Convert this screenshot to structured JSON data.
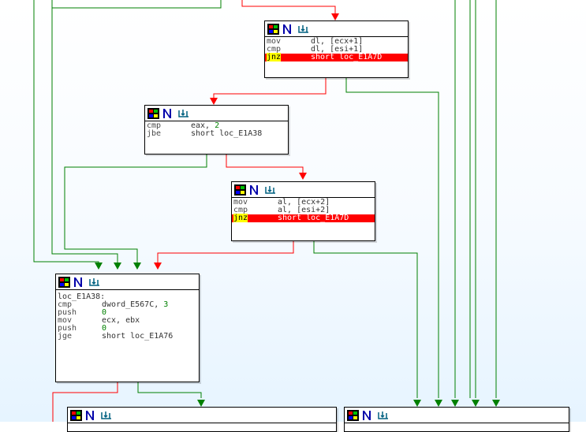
{
  "view": "IDA graph view",
  "colors": {
    "true_edge": "#008000",
    "false_edge": "#ff0000",
    "jump_row": "#ff0000"
  },
  "node_header_icons": [
    "color-grid-icon",
    "n-rename-icon",
    "graph-layout-icon"
  ],
  "nodes": [
    {
      "id": "n1",
      "rows": [
        {
          "mn": "mov",
          "op": "dl, [ecx+1]"
        },
        {
          "mn": "cmp",
          "op": "dl, [esi+1]"
        },
        {
          "mn": "jnz",
          "op": "short loc_E1A7D",
          "hl": true
        }
      ]
    },
    {
      "id": "n2",
      "rows": [
        {
          "mn": "cmp",
          "op": "eax, ",
          "num": "2"
        },
        {
          "mn": "jbe",
          "op": "short loc_E1A38"
        }
      ]
    },
    {
      "id": "n3",
      "rows": [
        {
          "mn": "mov",
          "op": "al, [ecx+2]"
        },
        {
          "mn": "cmp",
          "op": "al, [esi+2]"
        },
        {
          "mn": "jnz",
          "op": "short loc_E1A7D",
          "hl": true
        }
      ]
    },
    {
      "id": "n4",
      "label": "loc_E1A38:",
      "rows": [
        {
          "mn": "cmp",
          "op": "dword_E567C, ",
          "num": "3"
        },
        {
          "mn": "push",
          "op": "",
          "num": "0"
        },
        {
          "mn": "mov",
          "op": "ecx, ebx"
        },
        {
          "mn": "push",
          "op": "",
          "num": "0"
        },
        {
          "mn": "jge",
          "op": "short loc_E1A76"
        }
      ]
    }
  ]
}
